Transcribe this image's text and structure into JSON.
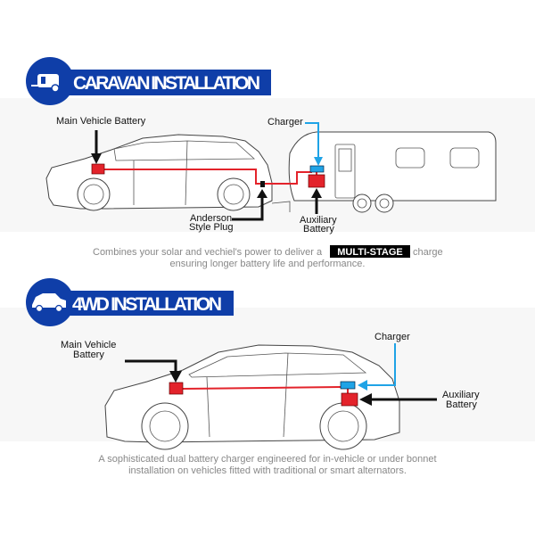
{
  "colors": {
    "brand_blue": "#0f3ea8",
    "wire_red": "#e3232b",
    "charger_blue": "#1fa3e6",
    "caption_gray": "#888888"
  },
  "caravan_section": {
    "title": "CARAVAN INSTALLATION",
    "icon": "caravan-icon",
    "labels": {
      "main_battery": "Main Vehicle Battery",
      "charger": "Charger",
      "anderson_line1": "Anderson",
      "anderson_line2": "Style Plug",
      "aux_line1": "Auxiliary",
      "aux_line2": "Battery"
    },
    "caption_line1_pre": "Combines your solar and vechiel's power to deliver a",
    "caption_highlight": "MULTI-STAGE",
    "caption_line1_post": "charge",
    "caption_line2": "ensuring longer battery life and performance."
  },
  "fwd_section": {
    "title": "4WD INSTALLATION",
    "icon": "car-icon",
    "labels": {
      "main_line1": "Main Vehicle",
      "main_line2": "Battery",
      "charger": "Charger",
      "aux_line1": "Auxiliary",
      "aux_line2": "Battery"
    },
    "caption_line1": "A sophisticated dual battery charger engineered for in-vehicle or under bonnet",
    "caption_line2": "installation on vehicles fitted with traditional or smart alternators."
  }
}
